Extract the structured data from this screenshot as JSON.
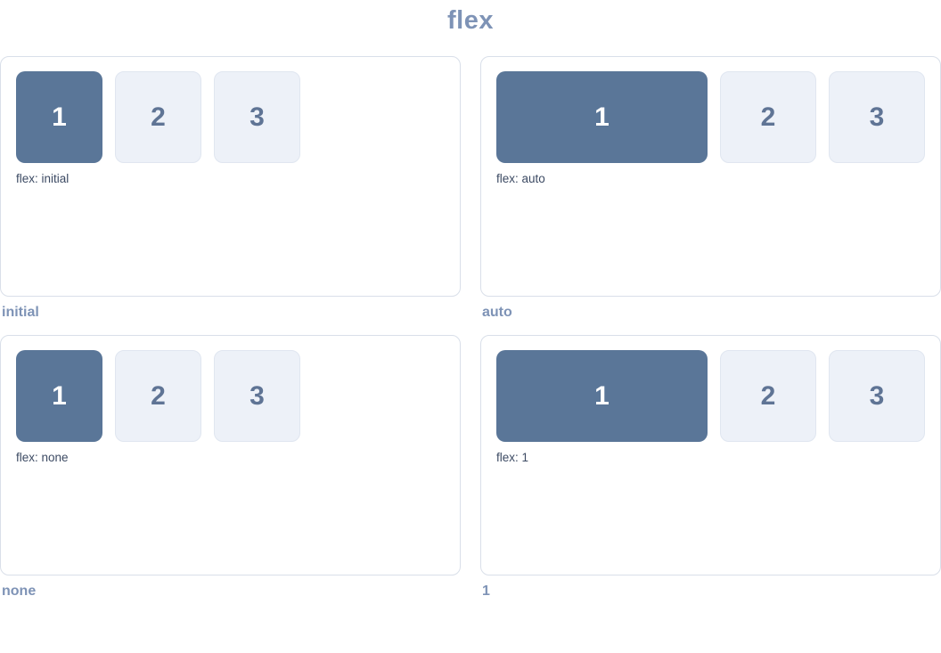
{
  "page": {
    "title": "flex"
  },
  "colors": {
    "title_color": "#7e93b6",
    "box1_bg": "#5a7698",
    "box1_text": "#ffffff",
    "box_light_bg": "#edf1f8",
    "box_light_border": "#e0e6f0",
    "box_light_text": "#5f7495",
    "panel_border": "#d9dfe9",
    "label_color": "#3c4a63",
    "caption_color": "#7e93b6"
  },
  "panels": [
    {
      "caption": "initial",
      "label": "flex: initial",
      "boxes": [
        "1",
        "2",
        "3"
      ]
    },
    {
      "caption": "auto",
      "label": "flex: auto",
      "boxes": [
        "1",
        "2",
        "3"
      ]
    },
    {
      "caption": "none",
      "label": "flex: none",
      "boxes": [
        "1",
        "2",
        "3"
      ]
    },
    {
      "caption": "1",
      "label": "flex: 1",
      "boxes": [
        "1",
        "2",
        "3"
      ]
    }
  ]
}
